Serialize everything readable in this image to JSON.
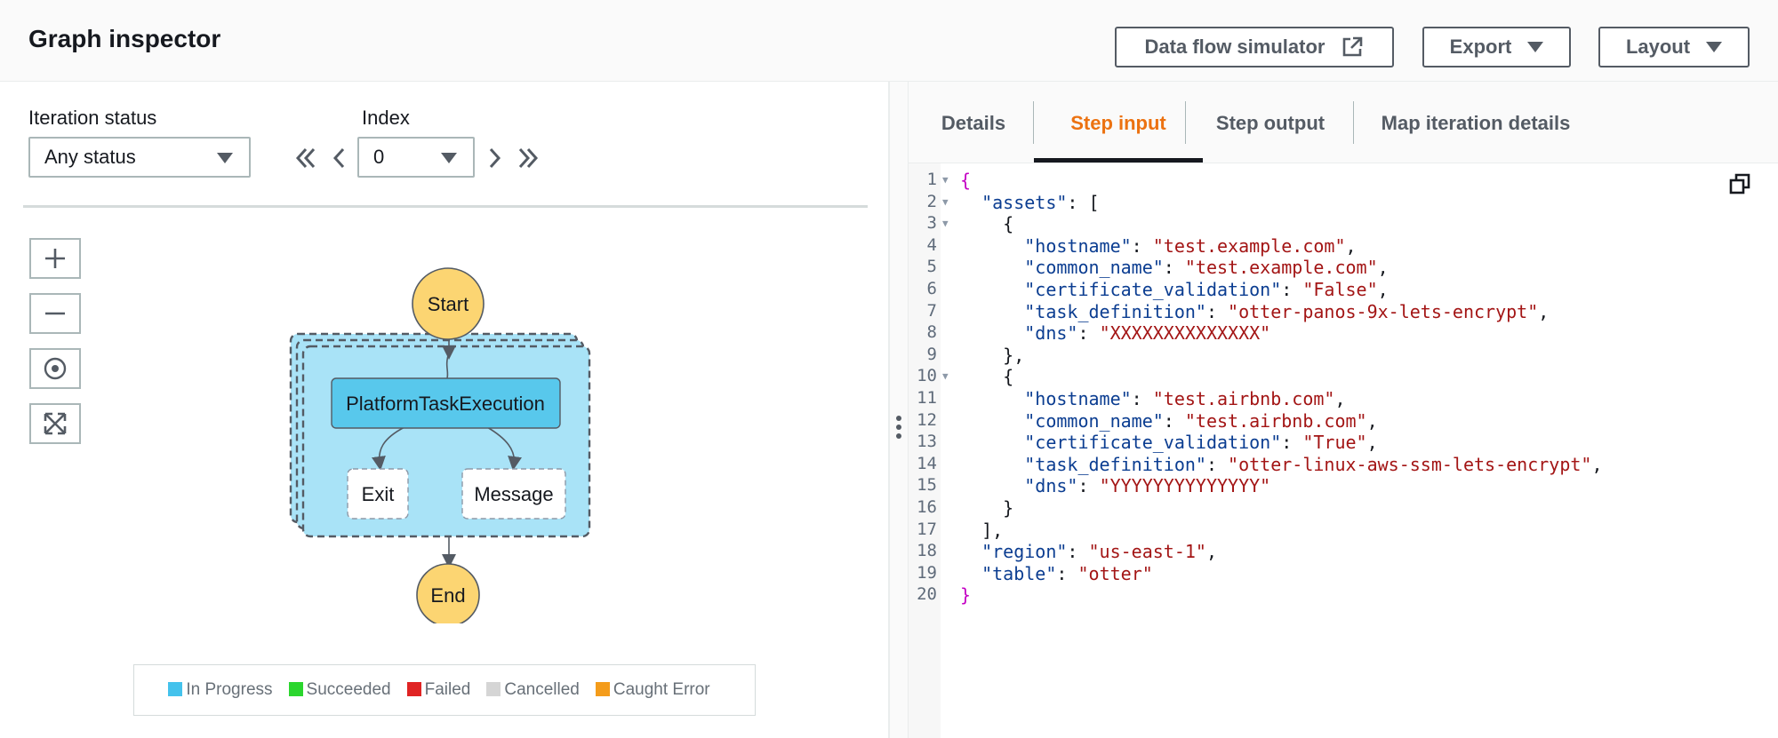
{
  "header": {
    "title": "Graph inspector",
    "data_flow_simulator": "Data flow simulator",
    "export": "Export",
    "layout": "Layout"
  },
  "left": {
    "iteration_status_label": "Iteration status",
    "iteration_status_value": "Any status",
    "index_label": "Index",
    "index_value": "0",
    "nodes": {
      "start": "Start",
      "task": "PlatformTaskExecution",
      "exit": "Exit",
      "message": "Message",
      "end": "End"
    },
    "legend": [
      {
        "label": "In Progress",
        "color": "#44c2ec"
      },
      {
        "label": "Succeeded",
        "color": "#2bd62e"
      },
      {
        "label": "Failed",
        "color": "#e02424"
      },
      {
        "label": "Cancelled",
        "color": "#d5d5d5"
      },
      {
        "label": "Caught Error",
        "color": "#f49c1b"
      }
    ]
  },
  "tabs": {
    "details": "Details",
    "step_input": "Step input",
    "step_output": "Step output",
    "map_iteration_details": "Map iteration details",
    "active": "step_input"
  },
  "code": {
    "line_numbers": [
      "1",
      "2",
      "3",
      "4",
      "5",
      "6",
      "7",
      "8",
      "9",
      "10",
      "11",
      "12",
      "13",
      "14",
      "15",
      "16",
      "17",
      "18",
      "19",
      "20"
    ],
    "lines": [
      {
        "indent": "",
        "parts": [
          {
            "t": "b",
            "v": "{"
          }
        ]
      },
      {
        "indent": "  ",
        "parts": [
          {
            "t": "k",
            "v": "\"assets\""
          },
          {
            "t": "p",
            "v": ": ["
          }
        ]
      },
      {
        "indent": "    ",
        "parts": [
          {
            "t": "p",
            "v": "{"
          }
        ]
      },
      {
        "indent": "      ",
        "parts": [
          {
            "t": "k",
            "v": "\"hostname\""
          },
          {
            "t": "p",
            "v": ": "
          },
          {
            "t": "s",
            "v": "\"test.example.com\""
          },
          {
            "t": "p",
            "v": ","
          }
        ]
      },
      {
        "indent": "      ",
        "parts": [
          {
            "t": "k",
            "v": "\"common_name\""
          },
          {
            "t": "p",
            "v": ": "
          },
          {
            "t": "s",
            "v": "\"test.example.com\""
          },
          {
            "t": "p",
            "v": ","
          }
        ]
      },
      {
        "indent": "      ",
        "parts": [
          {
            "t": "k",
            "v": "\"certificate_validation\""
          },
          {
            "t": "p",
            "v": ": "
          },
          {
            "t": "s",
            "v": "\"False\""
          },
          {
            "t": "p",
            "v": ","
          }
        ]
      },
      {
        "indent": "      ",
        "parts": [
          {
            "t": "k",
            "v": "\"task_definition\""
          },
          {
            "t": "p",
            "v": ": "
          },
          {
            "t": "s",
            "v": "\"otter-panos-9x-lets-encrypt\""
          },
          {
            "t": "p",
            "v": ","
          }
        ]
      },
      {
        "indent": "      ",
        "parts": [
          {
            "t": "k",
            "v": "\"dns\""
          },
          {
            "t": "p",
            "v": ": "
          },
          {
            "t": "s",
            "v": "\"XXXXXXXXXXXXXX\""
          }
        ]
      },
      {
        "indent": "    ",
        "parts": [
          {
            "t": "p",
            "v": "},"
          }
        ]
      },
      {
        "indent": "    ",
        "parts": [
          {
            "t": "p",
            "v": "{"
          }
        ]
      },
      {
        "indent": "      ",
        "parts": [
          {
            "t": "k",
            "v": "\"hostname\""
          },
          {
            "t": "p",
            "v": ": "
          },
          {
            "t": "s",
            "v": "\"test.airbnb.com\""
          },
          {
            "t": "p",
            "v": ","
          }
        ]
      },
      {
        "indent": "      ",
        "parts": [
          {
            "t": "k",
            "v": "\"common_name\""
          },
          {
            "t": "p",
            "v": ": "
          },
          {
            "t": "s",
            "v": "\"test.airbnb.com\""
          },
          {
            "t": "p",
            "v": ","
          }
        ]
      },
      {
        "indent": "      ",
        "parts": [
          {
            "t": "k",
            "v": "\"certificate_validation\""
          },
          {
            "t": "p",
            "v": ": "
          },
          {
            "t": "s",
            "v": "\"True\""
          },
          {
            "t": "p",
            "v": ","
          }
        ]
      },
      {
        "indent": "      ",
        "parts": [
          {
            "t": "k",
            "v": "\"task_definition\""
          },
          {
            "t": "p",
            "v": ": "
          },
          {
            "t": "s",
            "v": "\"otter-linux-aws-ssm-lets-encrypt\""
          },
          {
            "t": "p",
            "v": ","
          }
        ]
      },
      {
        "indent": "      ",
        "parts": [
          {
            "t": "k",
            "v": "\"dns\""
          },
          {
            "t": "p",
            "v": ": "
          },
          {
            "t": "s",
            "v": "\"YYYYYYYYYYYYYY\""
          }
        ]
      },
      {
        "indent": "    ",
        "parts": [
          {
            "t": "p",
            "v": "}"
          }
        ]
      },
      {
        "indent": "  ",
        "parts": [
          {
            "t": "p",
            "v": "],"
          }
        ]
      },
      {
        "indent": "  ",
        "parts": [
          {
            "t": "k",
            "v": "\"region\""
          },
          {
            "t": "p",
            "v": ": "
          },
          {
            "t": "s",
            "v": "\"us-east-1\""
          },
          {
            "t": "p",
            "v": ","
          }
        ]
      },
      {
        "indent": "  ",
        "parts": [
          {
            "t": "k",
            "v": "\"table\""
          },
          {
            "t": "p",
            "v": ": "
          },
          {
            "t": "s",
            "v": "\"otter\""
          }
        ]
      },
      {
        "indent": "",
        "parts": [
          {
            "t": "b",
            "v": "}"
          }
        ]
      }
    ],
    "foldable_lines": [
      1,
      2,
      3,
      10
    ]
  }
}
